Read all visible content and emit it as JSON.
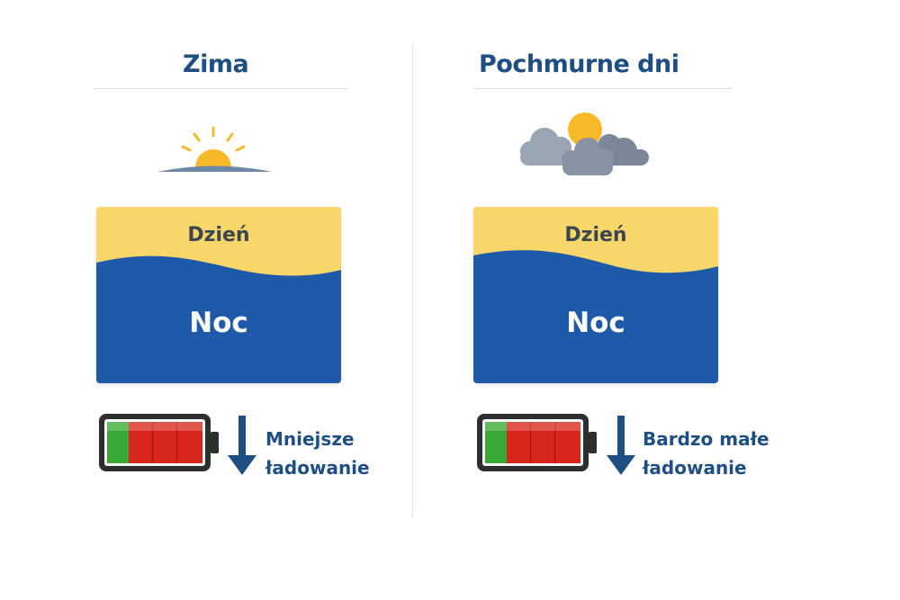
{
  "panels": [
    {
      "title": "Zima",
      "weather_icon": "sunrise-icon",
      "day_label": "Dzień",
      "night_label": "Noc",
      "charge_line1": "Mniejsze",
      "charge_line2": "ładowanie",
      "battery_charge_fraction": 0.25
    },
    {
      "title": "Pochmurne dni",
      "weather_icon": "cloudy-sun-icon",
      "day_label": "Dzień",
      "night_label": "Noc",
      "charge_line1": "Bardzo małe",
      "charge_line2": "ładowanie",
      "battery_charge_fraction": 0.25
    }
  ],
  "colors": {
    "title": "#1f4e82",
    "day": "#f7d76a",
    "night": "#1f5aa8",
    "battery_red": "#d9261c",
    "battery_green": "#39a935",
    "arrow": "#1f4e82"
  }
}
